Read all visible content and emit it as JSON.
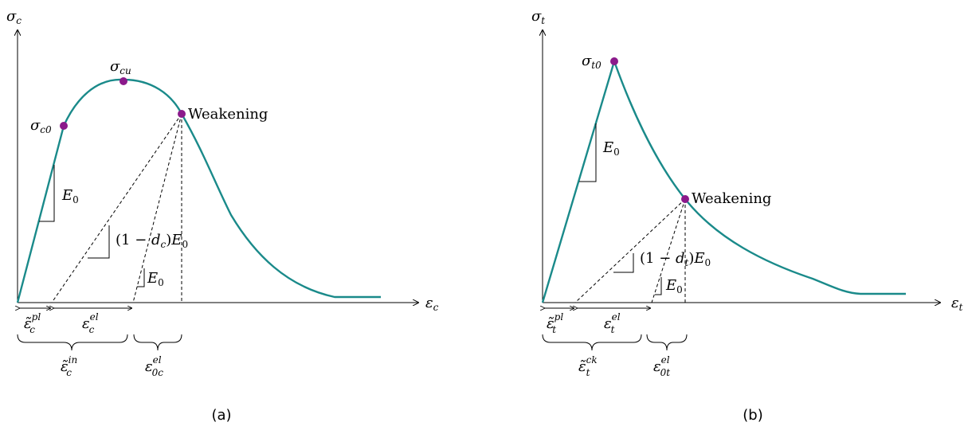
{
  "panel_a": {
    "y_axis_symbol": "σ",
    "y_axis_sub": "c",
    "x_axis_symbol": "ε",
    "x_axis_sub": "c",
    "point_c0": {
      "sym": "σ",
      "sub": "c0"
    },
    "point_cu": {
      "sym": "σ",
      "sub": "cu"
    },
    "weakening": "Weakening",
    "e0_slope": {
      "sym": "E",
      "sub": "0"
    },
    "damaged_slope": {
      "pre": "(1 − ",
      "d": "d",
      "dsub": "c",
      "post": ")",
      "E": "E",
      "Esub": "0"
    },
    "e0_small": {
      "sym": "E",
      "sub": "0"
    },
    "brace_pl": {
      "sym": "ε̃",
      "sub": "c",
      "sup": "pl"
    },
    "brace_el": {
      "sym": "ε",
      "sub": "c",
      "sup": "el"
    },
    "brace_in": {
      "sym": "ε̃",
      "sub": "c",
      "sup": "in"
    },
    "brace_0el": {
      "sym": "ε",
      "sub": "0c",
      "sup": "el"
    },
    "caption": "(a)"
  },
  "panel_b": {
    "y_axis_symbol": "σ",
    "y_axis_sub": "t",
    "x_axis_symbol": "ε",
    "x_axis_sub": "t",
    "point_t0": {
      "sym": "σ",
      "sub": "t0"
    },
    "weakening": "Weakening",
    "e0_slope": {
      "sym": "E",
      "sub": "0"
    },
    "damaged_slope": {
      "pre": "(1 − ",
      "d": "d",
      "dsub": "t",
      "post": ")",
      "E": "E",
      "Esub": "0"
    },
    "e0_small": {
      "sym": "E",
      "sub": "0"
    },
    "brace_pl": {
      "sym": "ε̃",
      "sub": "t",
      "sup": "pl"
    },
    "brace_el": {
      "sym": "ε",
      "sub": "t",
      "sup": "el"
    },
    "brace_ck": {
      "sym": "ε̃",
      "sub": "t",
      "sup": "ck"
    },
    "brace_0el": {
      "sym": "ε",
      "sub": "0t",
      "sup": "el"
    },
    "caption": "(b)"
  },
  "colors": {
    "curve": "#1a8a8a",
    "points": "#8b1a8b"
  }
}
